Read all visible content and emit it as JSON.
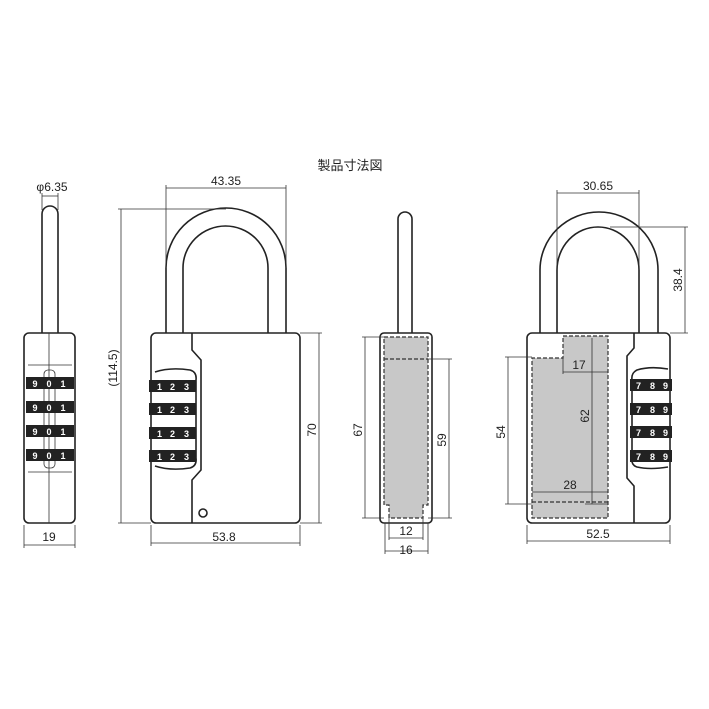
{
  "title": "製品寸法図",
  "views": {
    "side_left": {
      "shackle_diameter": "φ6.35",
      "depth": "19",
      "dial_digits": [
        "9",
        "0",
        "1"
      ]
    },
    "front": {
      "shackle_width": "43.35",
      "total_height": "(114.5)",
      "body_height": "70",
      "body_width": "53.8",
      "dial_digits": [
        "1",
        "2",
        "3"
      ]
    },
    "side_right": {
      "inner_height": "67",
      "inner_lower_height": "59",
      "inner_width": "12",
      "outer_width": "16"
    },
    "back": {
      "shackle_inner_width": "30.65",
      "shackle_clearance": "38.4",
      "compartment_height": "54",
      "inner_height": "62",
      "notch_width": "17",
      "compartment_width": "28",
      "body_width": "52.5",
      "dial_digits": [
        "7",
        "8",
        "9"
      ]
    }
  },
  "colors": {
    "line": "#222222",
    "compartment_fill": "#c8c8c8"
  }
}
